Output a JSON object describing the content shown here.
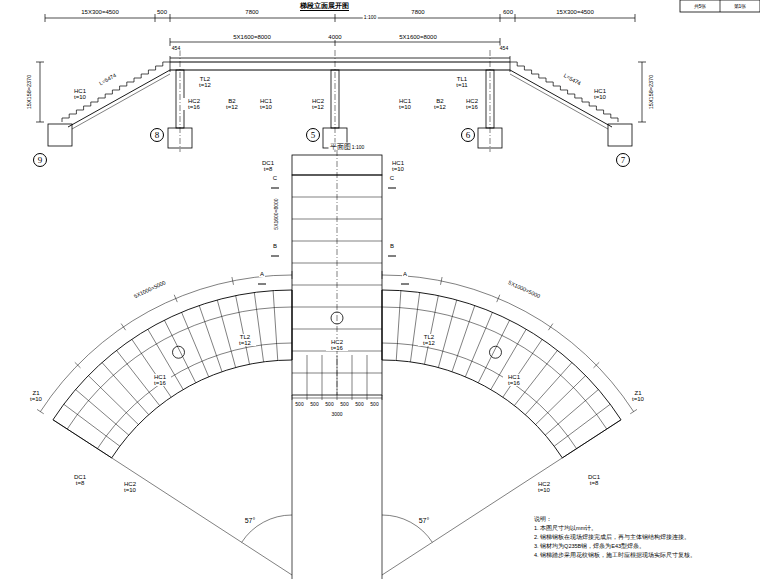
{
  "diagram": {
    "title": "梯段立面展开图",
    "nodes": [
      {
        "text": [
          "8"
        ]
      },
      {
        "text": [
          "5"
        ]
      },
      {
        "text": [
          "6"
        ]
      },
      {
        "text": [
          "9"
        ]
      },
      {
        "text": [
          "7"
        ]
      }
    ],
    "labels": [
      "1:100",
      "15X300=4500",
      "500",
      "7800",
      "7800",
      "600",
      "15X300=4500",
      "5X1600=8000",
      "4000",
      "5X1600=8000",
      "454",
      "454",
      "15X158=2370",
      "15X158=2370",
      "L=5474",
      "L=5474",
      "TL2 t=12",
      "HC2 t=16",
      "B2 t=12",
      "HC1 t=10",
      "HC2 t=12",
      "HC1 t=10",
      "B2 t=12",
      "HC2 t=16",
      "TL1 t=11",
      "HC1 t=10",
      "HC1 t=10",
      "平面图",
      "1:100",
      "DC1 t=8",
      "HC1 t=10",
      "C",
      "C",
      "B",
      "B",
      "A",
      "A",
      "5X1600=8000",
      "5X1000=5000",
      "5X1000=5000",
      "Z1 t=10",
      "DC1 t=8",
      "HC2 t=10",
      "Z1 t=10",
      "DC1 t=8",
      "HC2 t=10",
      "TL2 t=12",
      "HC2 t=16",
      "TL2 t=12",
      "HC1 t=16",
      "HC1 t=16",
      "500",
      "500",
      "500",
      "500",
      "500",
      "500",
      "3000",
      "57°",
      "57°",
      "说明：",
      "1. 本图尺寸均以mm计。",
      "2. 钢梯钢板在现场焊接完成后，再与主体钢结构焊接连接。",
      "3. 钢材均为Q235B钢，焊条为E43型焊条。",
      "4. 钢梯踏步采用花纹钢板，施工时应根据现场实际尺寸复核。",
      "共5张",
      "第1张"
    ]
  }
}
